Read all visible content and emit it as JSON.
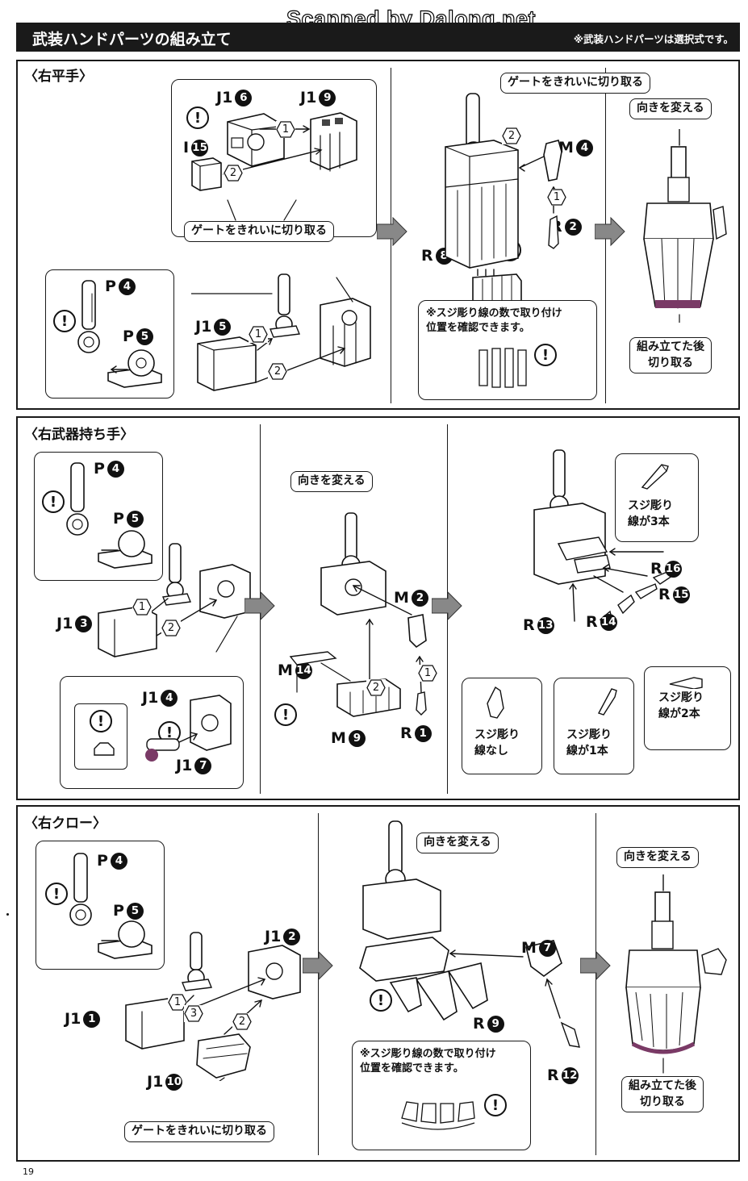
{
  "watermark": "Scanned by Dalong.net",
  "header": {
    "title": "武装ハンドパーツの組み立て",
    "note": "※武装ハンドパーツは選択式です。"
  },
  "page_number": "19",
  "common": {
    "gate_cut": "ゲートをきれいに切り取る",
    "change_dir": "向きを変える",
    "cut_after": [
      "組み立てた後",
      "切り取る"
    ],
    "groove_note": [
      "※スジ彫り線の数で取り付け",
      "位置を確認できます。"
    ],
    "warn_glyph": "!"
  },
  "sections": [
    {
      "title": "〈右平手〉",
      "parts": [
        {
          "prefix": "J1",
          "num": "6"
        },
        {
          "prefix": "J1",
          "num": "9"
        },
        {
          "prefix": "I",
          "num": "15"
        },
        {
          "prefix": "P",
          "num": "4"
        },
        {
          "prefix": "P",
          "num": "5"
        },
        {
          "prefix": "J1",
          "num": "5"
        },
        {
          "prefix": "M",
          "num": "4"
        },
        {
          "prefix": "R",
          "num": "2"
        },
        {
          "prefix": "R",
          "num": "8"
        }
      ]
    },
    {
      "title": "〈右武器持ち手〉",
      "parts": [
        {
          "prefix": "P",
          "num": "4"
        },
        {
          "prefix": "P",
          "num": "5"
        },
        {
          "prefix": "J1",
          "num": "3"
        },
        {
          "prefix": "J1",
          "num": "4"
        },
        {
          "prefix": "J1",
          "num": "7"
        },
        {
          "prefix": "M",
          "num": "2"
        },
        {
          "prefix": "M",
          "num": "14"
        },
        {
          "prefix": "M",
          "num": "9"
        },
        {
          "prefix": "R",
          "num": "1"
        },
        {
          "prefix": "R",
          "num": "16"
        },
        {
          "prefix": "R",
          "num": "15"
        },
        {
          "prefix": "R",
          "num": "14"
        },
        {
          "prefix": "R",
          "num": "13"
        }
      ],
      "groove_labels": {
        "three": [
          "スジ彫り",
          "線が3本"
        ],
        "two": [
          "スジ彫り",
          "線が2本"
        ],
        "one": [
          "スジ彫り",
          "線が1本"
        ],
        "none": [
          "スジ彫り",
          "線なし"
        ]
      }
    },
    {
      "title": "〈右クロー〉",
      "parts": [
        {
          "prefix": "P",
          "num": "4"
        },
        {
          "prefix": "P",
          "num": "5"
        },
        {
          "prefix": "J1",
          "num": "2"
        },
        {
          "prefix": "J1",
          "num": "1"
        },
        {
          "prefix": "J1",
          "num": "10"
        },
        {
          "prefix": "M",
          "num": "7"
        },
        {
          "prefix": "R",
          "num": "9"
        },
        {
          "prefix": "R",
          "num": "12"
        }
      ]
    }
  ],
  "steps": [
    "1",
    "2",
    "3"
  ]
}
